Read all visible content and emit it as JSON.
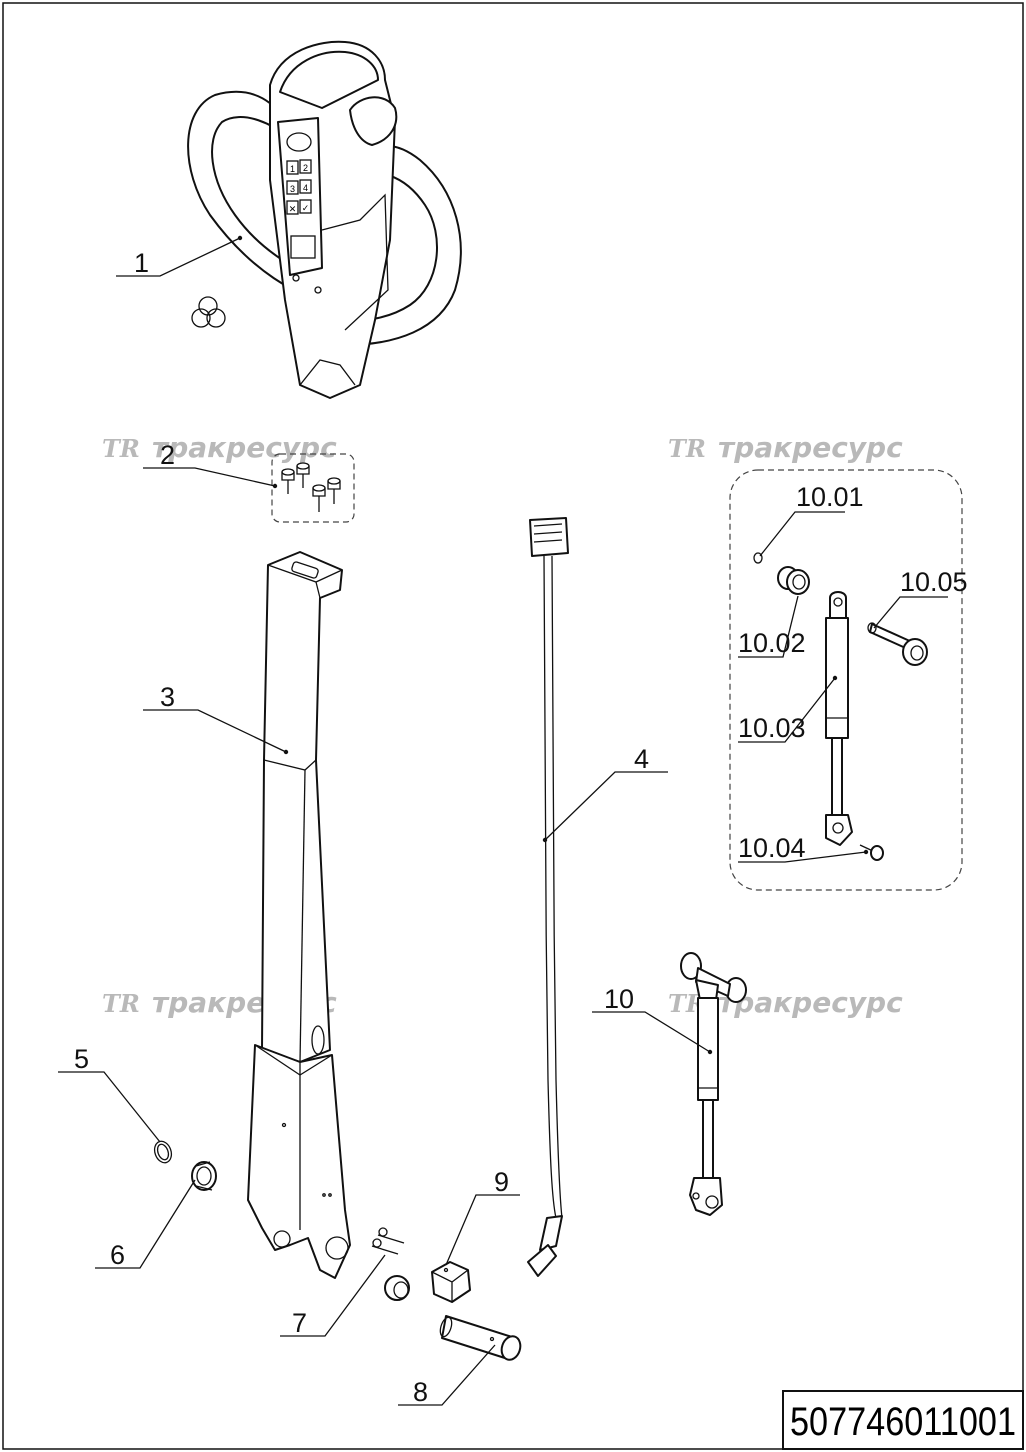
{
  "watermarks": [
    {
      "logo": "TR",
      "text": "тракресурс"
    },
    {
      "logo": "TR",
      "text": "тракресурс"
    },
    {
      "logo": "TR",
      "text": "тракресурс"
    },
    {
      "logo": "TR",
      "text": "тракресурс"
    }
  ],
  "callouts": {
    "c1": "1",
    "c2": "2",
    "c3": "3",
    "c4": "4",
    "c5": "5",
    "c6": "6",
    "c7": "7",
    "c8": "8",
    "c9": "9",
    "c10": "10",
    "c10_01": "10.01",
    "c10_02": "10.02",
    "c10_03": "10.03",
    "c10_04": "10.04",
    "c10_05": "10.05"
  },
  "keypad": {
    "row1": [
      "1",
      "2"
    ],
    "row2": [
      "3",
      "4"
    ],
    "row3": [
      "✕",
      "✓"
    ]
  },
  "document_number": "507746011001"
}
